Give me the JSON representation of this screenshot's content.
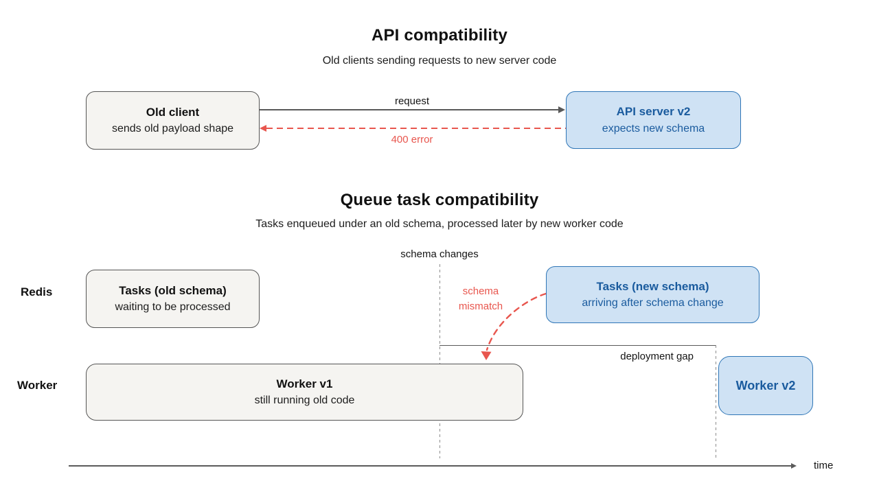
{
  "colors": {
    "gray-fill": "#f5f4f1",
    "gray-border": "#545454",
    "blue-fill": "#cfe2f4",
    "blue-border": "#2e75b6",
    "blue-text": "#1a5b9e",
    "red": "#e8564e",
    "line-dark": "#595959",
    "text-dark": "#111111",
    "axis-gray": "#5a5a5a",
    "dash-gray": "#8c8c8c"
  },
  "section_api": {
    "title": "API compatibility",
    "subtitle": "Old clients sending requests to new server code",
    "client_box": {
      "title": "Old client",
      "subtitle": "sends old payload shape"
    },
    "server_box": {
      "title": "API server v2",
      "subtitle": "expects new schema"
    },
    "request_label": "request",
    "error_label": "400 error"
  },
  "section_queue": {
    "title": "Queue task compatibility",
    "subtitle": "Tasks enqueued under an old schema, processed later by new worker code",
    "schema_changes_label": "schema changes",
    "schema_mismatch_line1": "schema",
    "schema_mismatch_line2": "mismatch",
    "deployment_gap_label": "deployment gap",
    "rows": [
      {
        "label": "Redis"
      },
      {
        "label": "Worker"
      }
    ],
    "tasks_old_box": {
      "title": "Tasks (old schema)",
      "subtitle": "waiting to be processed"
    },
    "tasks_new_box": {
      "title": "Tasks (new schema)",
      "subtitle": "arriving after schema change"
    },
    "worker_v1_box": {
      "title": "Worker v1",
      "subtitle": "still running old code"
    },
    "worker_v2_box": {
      "title": "Worker v2"
    },
    "time_label": "time"
  }
}
